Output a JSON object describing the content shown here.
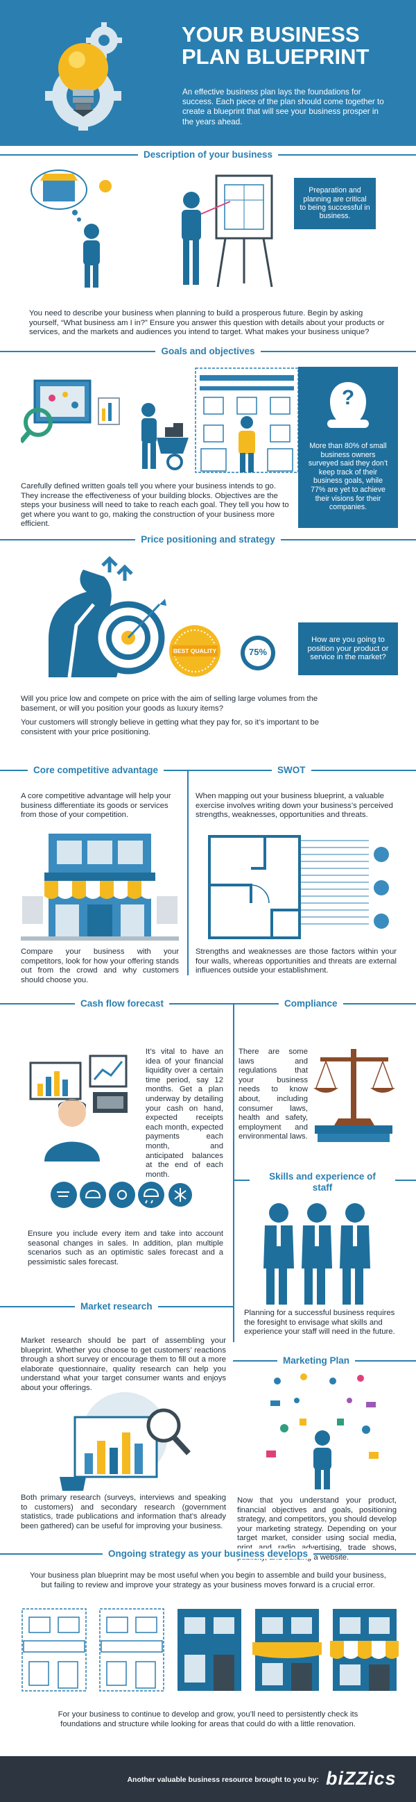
{
  "header": {
    "title_line1": "YOUR BUSINESS",
    "title_line2": "PLAN BLUEPRINT",
    "intro": "An effective business plan lays the foundations for success. Each piece of the plan should come together to create a blueprint that will see your business prosper in the years ahead."
  },
  "description": {
    "title": "Description of your business",
    "box": "Preparation and planning are critical to being successful in business.",
    "text": "You need to describe your business when planning to build a prosperous future. Begin by asking yourself, “What business am I in?” Ensure you answer this question with details about your products or services, and the markets and audiences you intend to target. What makes your business unique?"
  },
  "goals": {
    "title": "Goals and objectives",
    "question_mark": "?",
    "box": "More than 80% of small business owners surveyed said they don’t keep track of their business goals, while 77% are yet to achieve their visions for their companies.",
    "text": "Carefully defined written goals tell you where your business intends to go. They increase the effectiveness of your building blocks. Objectives are the steps your business will need to take to reach each goal. They tell you how to get where you want to go, making the construction of your business more efficient."
  },
  "pricing": {
    "title": "Price positioning and strategy",
    "badge_best": "BEST QUALITY",
    "badge_pct": "75%",
    "box": "How are you going to position your product or service in the market?",
    "text1": "Will you price low and compete on price with the aim of selling large volumes from the basement, or will you position your goods as luxury items?",
    "text2": "Your customers will strongly believe in getting what they pay for, so it’s important to be consistent with your price positioning."
  },
  "core": {
    "title": "Core competitive advantage",
    "text1": "A core competitive advantage will help your business differentiate its goods or services from those of your competition.",
    "text2": "Compare your business with your competitors, look for how your offering stands out from the crowd and why customers should choose you."
  },
  "swot": {
    "title": "SWOT",
    "text1": "When mapping out your business blueprint, a valuable exercise involves writing down your business’s perceived strengths, weaknesses, opportunities and threats.",
    "text2": "Strengths and weaknesses are those factors within your four walls, whereas opportunities and threats are external influences outside your establishment."
  },
  "cashflow": {
    "title": "Cash flow forecast",
    "text1": "It’s vital to have an idea of your financial liquidity over a certain time period, say 12 months. Get a plan underway by detailing your cash on hand, expected receipts each month, expected payments each month, and anticipated balances at the end of each month.",
    "text2": "Ensure you include every item and take into account seasonal changes in sales. In addition, plan multiple scenarios such as an optimistic sales forecast and a pessimistic sales forecast."
  },
  "compliance": {
    "title": "Compliance",
    "text": "There are some laws and regulations that your business needs to know about, including consumer laws, health and safety, employment and environmental laws."
  },
  "skills": {
    "title_line1": "Skills and experience of",
    "title_line2": "staff",
    "text": "Planning for a successful business requires the foresight to envisage what skills and experience your staff will need in the future."
  },
  "market": {
    "title": "Market research",
    "text1": "Market research should be part of assembling your blueprint. Whether you choose to get customers’ reactions through a short survey or encourage them to fill out a more elaborate questionnaire, quality research can help you understand what your target consumer wants and enjoys about your offerings.",
    "text2": "Both primary research (surveys, interviews and speaking to customers) and secondary research (government statistics, trade publications and information that’s already been gathered) can be useful for improving your business."
  },
  "marketing": {
    "title": "Marketing Plan",
    "text": "Now that you understand your product, financial objectives and goals, positioning strategy, and competitors, you should develop your marketing strategy. Depending on your target market, consider using social media, print and radio advertising, trade shows, publicity, and building a website."
  },
  "ongoing": {
    "title": "Ongoing strategy as your business develops",
    "text1": "Your business plan blueprint may be most useful when you begin to assemble and build your business, but failing to review and improve your strategy as your business moves forward is a crucial error.",
    "text2": "For your business to continue to develop and grow, you’ll need to persistently check its foundations and structure while looking for areas that could do with a little renovation."
  },
  "footer": {
    "text": "Another valuable business resource brought to you by:",
    "brand": "biZZics"
  },
  "colors": {
    "primary": "#2a7fb0",
    "dark": "#1f6f9c",
    "footer_bg": "#2d3640",
    "accent_yellow": "#f5b920"
  }
}
